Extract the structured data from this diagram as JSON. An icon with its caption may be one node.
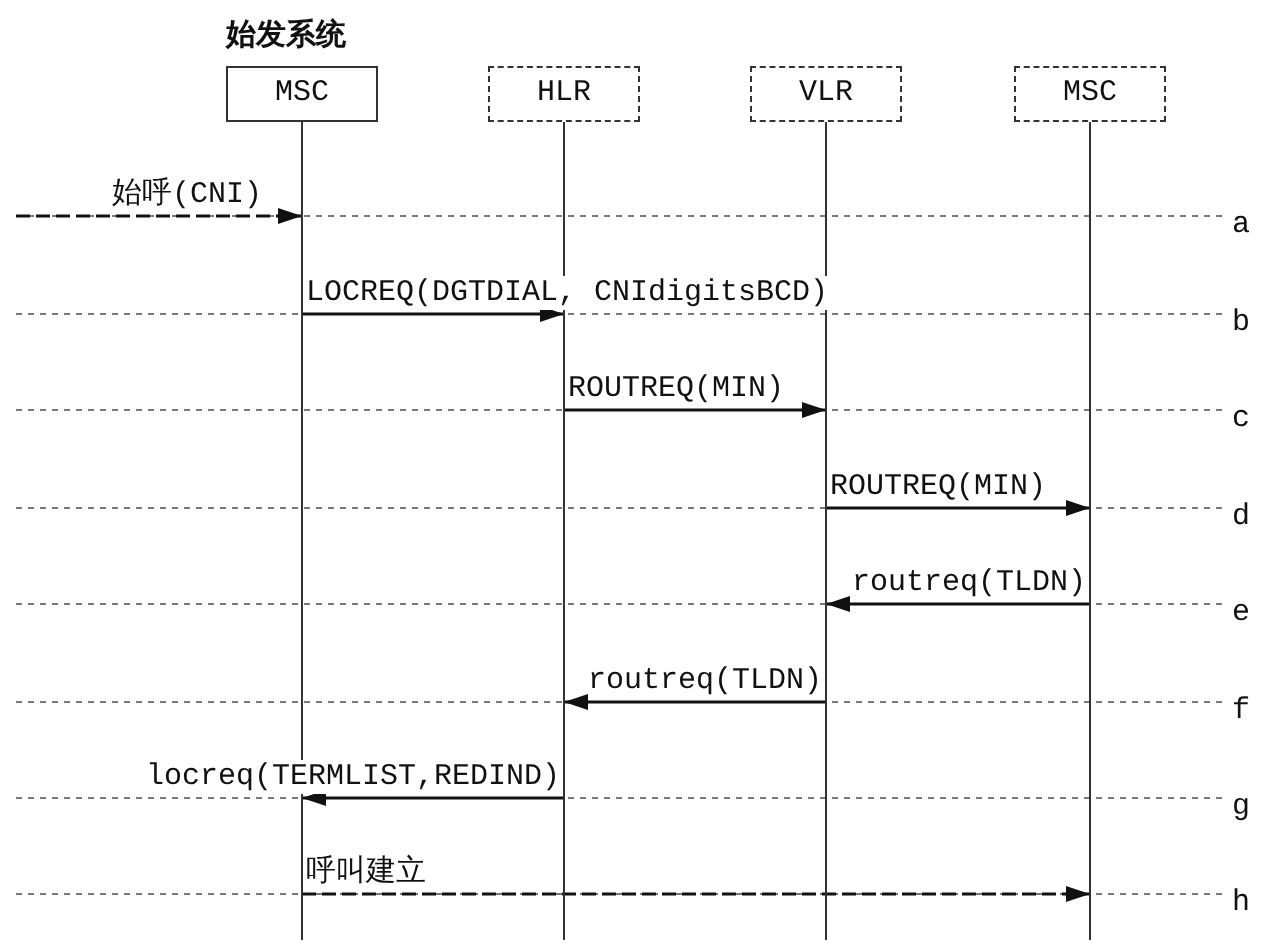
{
  "diagram": {
    "nodes": [
      {
        "text": [
          "始发系统",
          "MSC"
        ]
      },
      {
        "text": [
          "HLR"
        ]
      },
      {
        "text": [
          "VLR"
        ]
      },
      {
        "text": [
          "MSC"
        ]
      }
    ],
    "edges": [
      {
        "from": null,
        "to": 0,
        "arrow": "to",
        "label": "始呼(CNI)",
        "style": "dashed"
      },
      {
        "from": 0,
        "to": 1,
        "arrow": "to",
        "label": "LOCREQ(DGTDIAL, CNIdigitsBCD)"
      },
      {
        "from": 1,
        "to": 2,
        "arrow": "to",
        "label": "ROUTREQ(MIN)"
      },
      {
        "from": 2,
        "to": 3,
        "arrow": "to",
        "label": "ROUTREQ(MIN)"
      },
      {
        "from": 3,
        "to": 2,
        "arrow": "to",
        "label": "routreq(TLDN)"
      },
      {
        "from": 2,
        "to": 1,
        "arrow": "to",
        "label": "routreq(TLDN)"
      },
      {
        "from": 1,
        "to": 0,
        "arrow": "to",
        "label": "locreq(TERMLIST,REDIND)"
      },
      {
        "from": 0,
        "to": 3,
        "arrow": "to",
        "label": "呼叫建立",
        "style": "dashed"
      }
    ],
    "labels": [
      "a",
      "b",
      "c",
      "d",
      "e",
      "f",
      "g",
      "h"
    ]
  }
}
